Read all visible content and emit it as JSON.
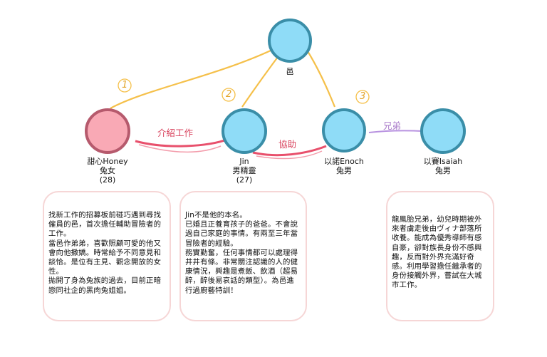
{
  "nodes": [
    {
      "id": "yi",
      "lines": [
        "邑"
      ],
      "color": "blue"
    },
    {
      "id": "honey",
      "lines": [
        "甜心Honey",
        "兔女",
        "(28)"
      ],
      "color": "pink"
    },
    {
      "id": "jin",
      "lines": [
        "Jin",
        "男精靈",
        "(27)"
      ],
      "color": "blue"
    },
    {
      "id": "enoch",
      "lines": [
        "以諾Enoch",
        "兔男"
      ],
      "color": "blue"
    },
    {
      "id": "isaiah",
      "lines": [
        "以賽Isaiah",
        "兔男"
      ],
      "color": "blue"
    }
  ],
  "edges": [
    {
      "id": "intro",
      "label": "介紹工作"
    },
    {
      "id": "assist",
      "label": "協助"
    },
    {
      "id": "brothers",
      "label": "兄弟"
    }
  ],
  "markers": [
    "1",
    "2",
    "3"
  ],
  "cards": {
    "honey": [
      "找新工作的招募板前碰巧遇到尋找僱員的邑，首次擔任輔助冒險者的工作。",
      "當邑作弟弟，喜歡照顧可愛的他又會向他撒嬌。時常給予不同意見和談恰。是位有主見、觀念開放的女性。",
      "拋開了身為兔族的過去，目前正暗戀同社企的黑肉兔姐姐。"
    ],
    "jin": [
      "Jin不是他的本名。",
      "已婚且正養育孩子的爸爸。不會說過自己家庭的事情。有兩至三年當冒險者的經驗。",
      "務實勤奮，任何事情都可以處理得井井有條。非常關注認識的人的健康情況，興趣是煮飯、飲酒（超易醉，醉後易哀話的類型）。為邑進行過廚藝特訓！"
    ],
    "isaiah": [
      "龍鳳胎兄弟，幼兒時期被外來者虜走後由ヴィナ部落所收養。能成為優秀導師有感自豪，卻對族長身份不感興趣，反而對外界充滿好奇感。利用學習擔任繼承者的身份接觸外界，嘗試在大城市工作。"
    ]
  },
  "colors": {
    "blue_fill": "#8fdcf7",
    "blue_stroke": "#3a8ea8",
    "pink_fill": "#f9a9b5",
    "pink_stroke": "#b65a6d",
    "edge_orange": "#f5c04a",
    "edge_red": "#e8506c",
    "edge_purple": "#b892e0"
  }
}
